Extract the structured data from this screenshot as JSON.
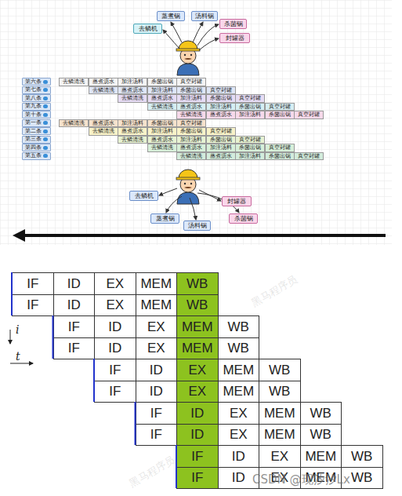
{
  "diagram": {
    "nodes": [
      {
        "text": [
          "蒸煮锅"
        ]
      },
      {
        "text": [
          "汤料锅"
        ]
      },
      {
        "text": [
          "杀菌锅"
        ]
      },
      {
        "text": [
          "去鳞机"
        ]
      },
      {
        "text": [
          "封罐器"
        ]
      },
      {
        "text": [
          "第六条"
        ]
      },
      {
        "text": [
          "去鳞清洗"
        ]
      },
      {
        "text": [
          "蒸煮沥水"
        ]
      },
      {
        "text": [
          "加注汤料"
        ]
      },
      {
        "text": [
          "杀菌出锅"
        ]
      },
      {
        "text": [
          "真空封罐"
        ]
      },
      {
        "text": [
          "第七条"
        ]
      },
      {
        "text": [
          "去鳞清洗"
        ]
      },
      {
        "text": [
          "蒸煮沥水"
        ]
      },
      {
        "text": [
          "加注汤料"
        ]
      },
      {
        "text": [
          "杀菌出锅"
        ]
      },
      {
        "text": [
          "真空封罐"
        ]
      },
      {
        "text": [
          "第八条"
        ]
      },
      {
        "text": [
          "去鳞清洗"
        ]
      },
      {
        "text": [
          "蒸煮沥水"
        ]
      },
      {
        "text": [
          "加注汤料"
        ]
      },
      {
        "text": [
          "杀菌出锅"
        ]
      },
      {
        "text": [
          "真空封罐"
        ]
      },
      {
        "text": [
          "第九条"
        ]
      },
      {
        "text": [
          "去鳞清洗"
        ]
      },
      {
        "text": [
          "蒸煮沥水"
        ]
      },
      {
        "text": [
          "加注汤料"
        ]
      },
      {
        "text": [
          "杀菌出锅"
        ]
      },
      {
        "text": [
          "真空封罐"
        ]
      },
      {
        "text": [
          "第十条"
        ]
      },
      {
        "text": [
          "去鳞清洗"
        ]
      },
      {
        "text": [
          "蒸煮沥水"
        ]
      },
      {
        "text": [
          "加注汤料"
        ]
      },
      {
        "text": [
          "杀菌出锅"
        ]
      },
      {
        "text": [
          "真空封罐"
        ]
      },
      {
        "text": [
          "第一条"
        ]
      },
      {
        "text": [
          "去鳞清洗"
        ]
      },
      {
        "text": [
          "蒸煮沥水"
        ]
      },
      {
        "text": [
          "加注汤料"
        ]
      },
      {
        "text": [
          "杀菌出锅"
        ]
      },
      {
        "text": [
          "真空封罐"
        ]
      },
      {
        "text": [
          "第二条"
        ]
      },
      {
        "text": [
          "去鳞清洗"
        ]
      },
      {
        "text": [
          "蒸煮沥水"
        ]
      },
      {
        "text": [
          "加注汤料"
        ]
      },
      {
        "text": [
          "杀菌出锅"
        ]
      },
      {
        "text": [
          "真空封罐"
        ]
      },
      {
        "text": [
          "第三条"
        ]
      },
      {
        "text": [
          "去鳞清洗"
        ]
      },
      {
        "text": [
          "蒸煮沥水"
        ]
      },
      {
        "text": [
          "加注汤料"
        ]
      },
      {
        "text": [
          "杀菌出锅"
        ]
      },
      {
        "text": [
          "真空封罐"
        ]
      },
      {
        "text": [
          "第四条"
        ]
      },
      {
        "text": [
          "去鳞清洗"
        ]
      },
      {
        "text": [
          "蒸煮沥水"
        ]
      },
      {
        "text": [
          "加注汤料"
        ]
      },
      {
        "text": [
          "杀菌出锅"
        ]
      },
      {
        "text": [
          "真空封罐"
        ]
      },
      {
        "text": [
          "第五条"
        ]
      },
      {
        "text": [
          "去鳞清洗"
        ]
      },
      {
        "text": [
          "蒸煮沥水"
        ]
      },
      {
        "text": [
          "加注汤料"
        ]
      },
      {
        "text": [
          "杀菌出锅"
        ]
      },
      {
        "text": [
          "真空封罐"
        ]
      },
      {
        "text": [
          "去鳞机"
        ]
      },
      {
        "text": [
          "封罐器"
        ]
      },
      {
        "text": [
          "蒸煮锅"
        ]
      },
      {
        "text": [
          "汤料锅"
        ]
      },
      {
        "text": [
          "杀菌锅"
        ]
      },
      {
        "text": [
          "IF"
        ]
      },
      {
        "text": [
          "ID"
        ]
      },
      {
        "text": [
          "EX"
        ]
      },
      {
        "text": [
          "MEM"
        ]
      },
      {
        "text": [
          "WB"
        ]
      },
      {
        "text": [
          "IF"
        ]
      },
      {
        "text": [
          "ID"
        ]
      },
      {
        "text": [
          "EX"
        ]
      },
      {
        "text": [
          "MEM"
        ]
      },
      {
        "text": [
          "WB"
        ]
      },
      {
        "text": [
          "IF"
        ]
      },
      {
        "text": [
          "ID"
        ]
      },
      {
        "text": [
          "EX"
        ]
      },
      {
        "text": [
          "MEM"
        ]
      },
      {
        "text": [
          "WB"
        ]
      },
      {
        "text": [
          "IF"
        ]
      },
      {
        "text": [
          "ID"
        ]
      },
      {
        "text": [
          "EX"
        ]
      },
      {
        "text": [
          "MEM"
        ]
      },
      {
        "text": [
          "WB"
        ]
      },
      {
        "text": [
          "IF"
        ]
      },
      {
        "text": [
          "ID"
        ]
      },
      {
        "text": [
          "EX"
        ]
      },
      {
        "text": [
          "MEM"
        ]
      },
      {
        "text": [
          "WB"
        ]
      },
      {
        "text": [
          "IF"
        ]
      },
      {
        "text": [
          "ID"
        ]
      },
      {
        "text": [
          "EX"
        ]
      },
      {
        "text": [
          "MEM"
        ]
      },
      {
        "text": [
          "WB"
        ]
      },
      {
        "text": [
          "IF"
        ]
      },
      {
        "text": [
          "ID"
        ]
      },
      {
        "text": [
          "EX"
        ]
      },
      {
        "text": [
          "MEM"
        ]
      },
      {
        "text": [
          "WB"
        ]
      },
      {
        "text": [
          "IF"
        ]
      },
      {
        "text": [
          "ID"
        ]
      },
      {
        "text": [
          "EX"
        ]
      },
      {
        "text": [
          "MEM"
        ]
      },
      {
        "text": [
          "WB"
        ]
      },
      {
        "text": [
          "IF"
        ]
      },
      {
        "text": [
          "ID"
        ]
      },
      {
        "text": [
          "EX"
        ]
      },
      {
        "text": [
          "MEM"
        ]
      },
      {
        "text": [
          "WB"
        ]
      },
      {
        "text": [
          "IF"
        ]
      },
      {
        "text": [
          "ID"
        ]
      },
      {
        "text": [
          "EX"
        ]
      },
      {
        "text": [
          "MEM"
        ]
      },
      {
        "text": [
          "WB"
        ]
      }
    ],
    "labels": [
      "i",
      "t",
      "黑马程序员",
      "黑马程序员",
      "CSDN @现汐汐Lx"
    ]
  }
}
